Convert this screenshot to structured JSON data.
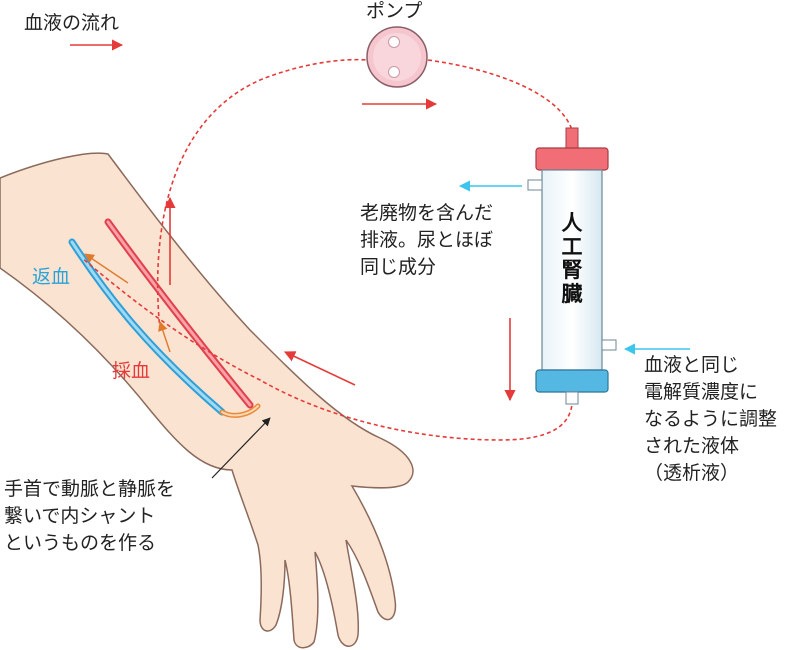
{
  "legend": {
    "blood_flow_label": "血液の流れ"
  },
  "pump": {
    "label": "ポンプ"
  },
  "dialyzer": {
    "label": "人工腎臓"
  },
  "waste": {
    "lines": [
      "老廃物を含んだ",
      "排液。尿とほぼ",
      "同じ成分"
    ]
  },
  "dialysate": {
    "lines": [
      "血液と同じ",
      "電解質濃度に",
      "なるように調整",
      "された液体",
      "（透析液）"
    ]
  },
  "arm": {
    "return_label": "返血",
    "draw_label": "採血",
    "shunt_lines": [
      "手首で動脈と静脈を",
      "繋いで内シャント",
      "というものを作る"
    ]
  },
  "colors": {
    "blood": "#e53a3a",
    "fluid": "#3cc6ee",
    "arrow": "#e07a2a",
    "skin": "#fbe3d2",
    "dialyzer_top": "#f26e77",
    "dialyzer_bottom": "#55b8e3",
    "pump": "#f6c6cf"
  },
  "icons": [
    "pump-icon",
    "dialyzer-icon",
    "arm-icon"
  ]
}
